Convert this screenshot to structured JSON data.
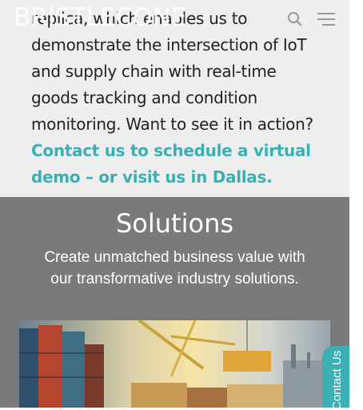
{
  "header": {
    "logo_text": "BRISTLECONE",
    "search_icon": "search-icon",
    "menu_icon": "hamburger-menu-icon"
  },
  "intro": {
    "text": "replica, which enables us to demonstrate the intersection of IoT and supply chain with real-time goods tracking and condition monitoring. Want to see it in action? ",
    "link_text": "Contact us to schedule a virtual demo – or visit us in Dallas.",
    "link_color": "#3ab0b5"
  },
  "solutions": {
    "title": "Solutions",
    "subtitle": "Create unmatched business value with our transformative industry solutions.",
    "background": "#7a7a7a"
  },
  "contact_tab": {
    "label": "Contact Us",
    "color": "#3ab0b5"
  }
}
